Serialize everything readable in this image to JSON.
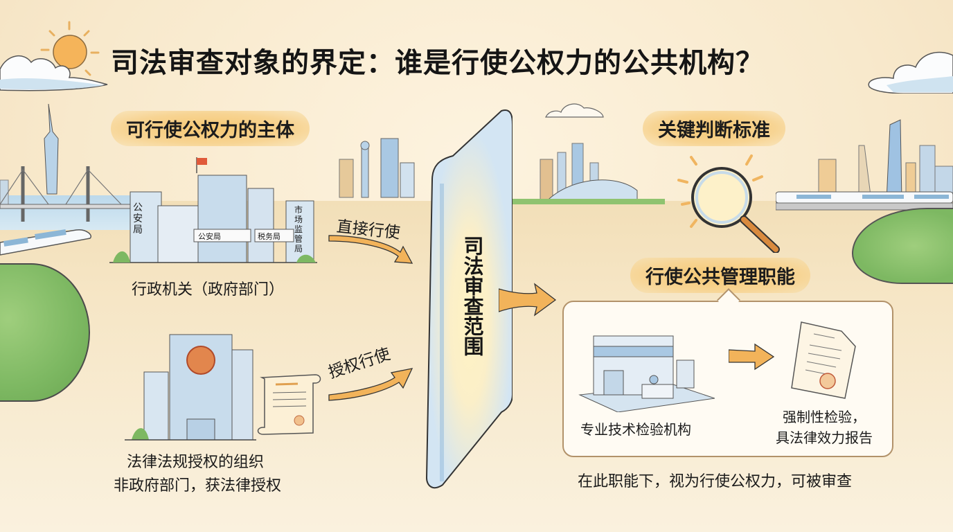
{
  "title": "司法审查对象的界定：谁是行使公权力的公共机构？",
  "left": {
    "header": "可行使公权力的主体",
    "admin_organ": {
      "caption": "行政机关（政府部门）",
      "building_signs": [
        "公安局",
        "公安局",
        "税务局",
        "市场监管局"
      ]
    },
    "authorized_org": {
      "caption_line1": "法律法规授权的组织",
      "caption_line2": "非政府部门，获法律授权"
    }
  },
  "arrows": {
    "direct": "直接行使",
    "authorized": "授权行使"
  },
  "center": {
    "scope_label": "司法审查范围"
  },
  "right": {
    "header": "关键判断标准",
    "criterion": "行使公共管理职能",
    "example": {
      "institution": "专业技术检验机构",
      "result_line1": "强制性检验，",
      "result_line2": "具法律效力报告"
    },
    "conclusion": "在此职能下，视为行使公权力，可被审查"
  },
  "icons": [
    "sun-icon",
    "cloud-icon",
    "magnifier-icon",
    "government-building-icon",
    "scroll-icon",
    "lab-building-icon",
    "document-seal-icon",
    "arrow-icon",
    "train-icon",
    "bridge-icon"
  ],
  "colors": {
    "background": "#f8e9cc",
    "highlight": "#f6c873",
    "arrow": "#f2b35a",
    "glass": "#c8dff0",
    "panel_border": "#b2926a"
  }
}
